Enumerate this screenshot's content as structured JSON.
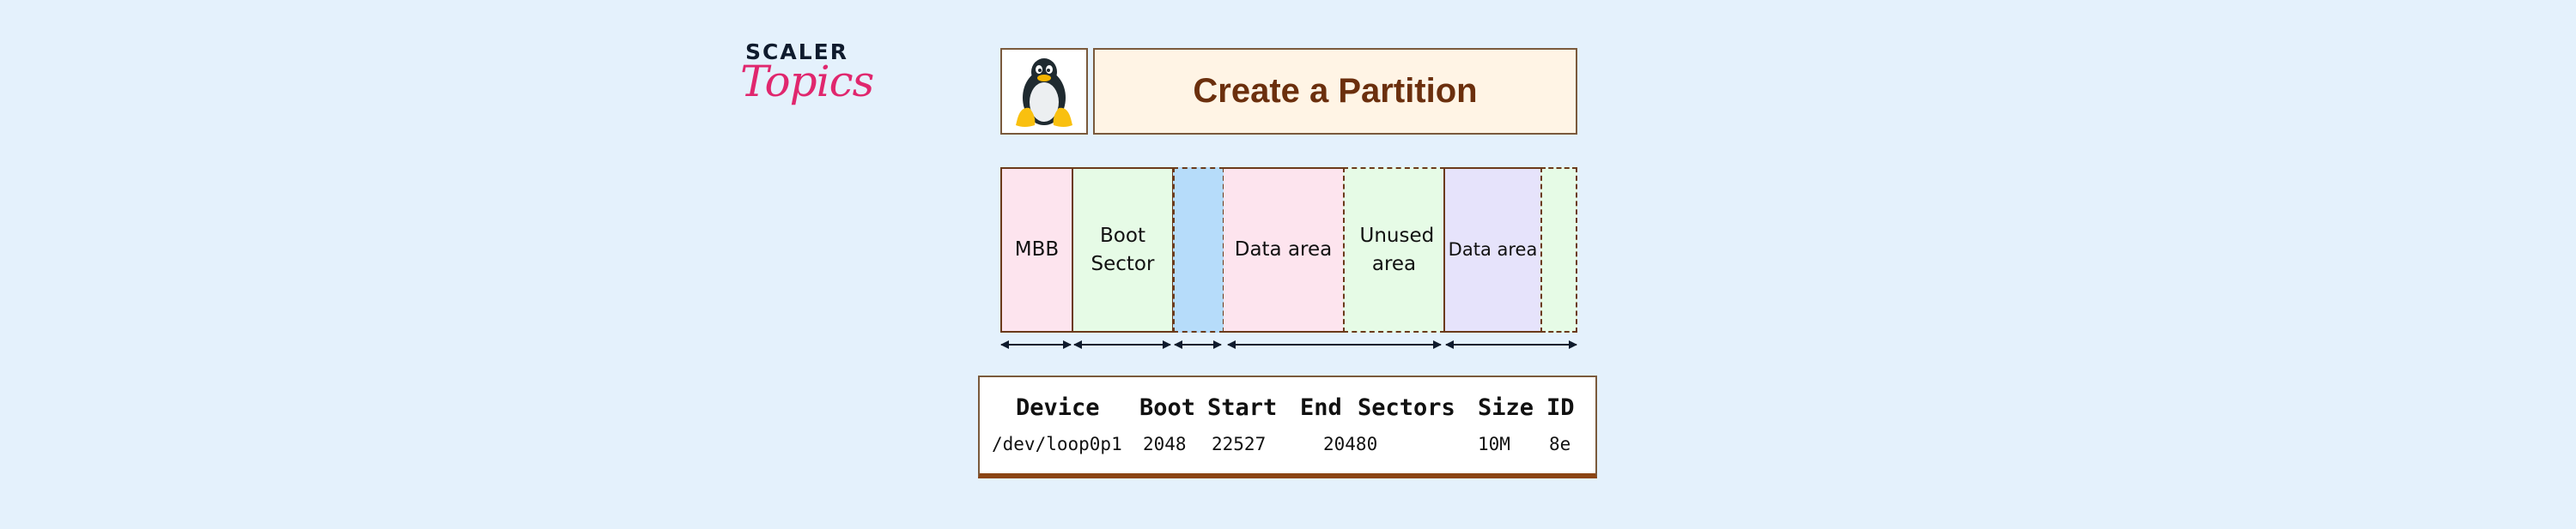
{
  "logo": {
    "line1": "SCALER",
    "line2": "Topics"
  },
  "header": {
    "title": "Create a Partition",
    "icon": "linux-tux-icon"
  },
  "partition_blocks": [
    {
      "label": "MBB",
      "color": "#fde4ee",
      "border": "solid"
    },
    {
      "label": "Boot Sector",
      "color": "#e6fbe6",
      "border": "solid"
    },
    {
      "label": "",
      "color": "#b6dcfa",
      "border": "dashed"
    },
    {
      "label": "Data area",
      "color": "#fde4ee",
      "border": "solid"
    },
    {
      "label": "Unused area",
      "color": "#e6fbe6",
      "border": "dashed"
    },
    {
      "label": "Data area",
      "color": "#e6e3fb",
      "border": "solid"
    },
    {
      "label": "",
      "color": "#e6fbe6",
      "border": "dashed"
    }
  ],
  "table": {
    "headers": [
      "Device",
      "Boot",
      "Start",
      "End",
      "Sectors",
      "Size",
      "ID"
    ],
    "row": [
      "/dev/loop0p1",
      "2048",
      "22527",
      "20480",
      "10M",
      "8e"
    ]
  },
  "colors": {
    "background": "#e4f1fc",
    "title_text": "#6b2f0d",
    "title_fill": "#fff4e5",
    "border_brown": "#7a5a3c",
    "logo_pink": "#e0276e",
    "logo_navy": "#0f1b2d"
  }
}
